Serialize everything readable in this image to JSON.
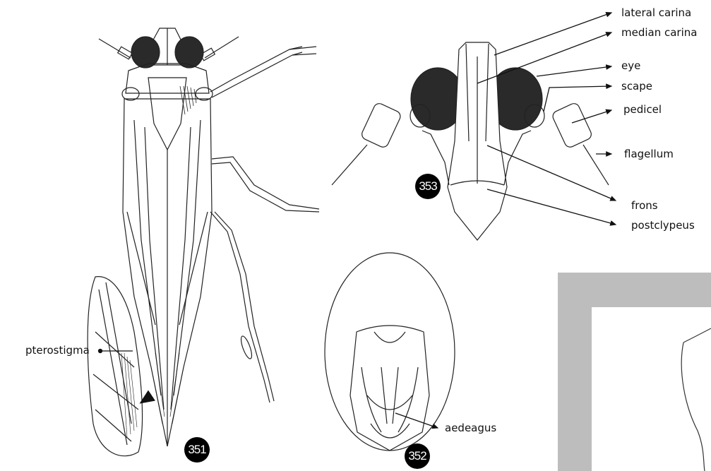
{
  "figures": {
    "fig351": {
      "number": "351"
    },
    "fig352": {
      "number": "352"
    },
    "fig353": {
      "number": "353"
    }
  },
  "labels": {
    "lateral_carina": "lateral carina",
    "median_carina": "median carina",
    "eye": "eye",
    "scape": "scape",
    "pedicel": "pedicel",
    "flagellum": "flagellum",
    "frons": "frons",
    "postclypeus": "postclypeus",
    "pterostigma": "pterostigma",
    "aedeagus": "aedeagus"
  },
  "colors": {
    "ink": "#111111",
    "eye_fill": "#2a2a2a",
    "panel_grey": "#bdbdbd"
  }
}
